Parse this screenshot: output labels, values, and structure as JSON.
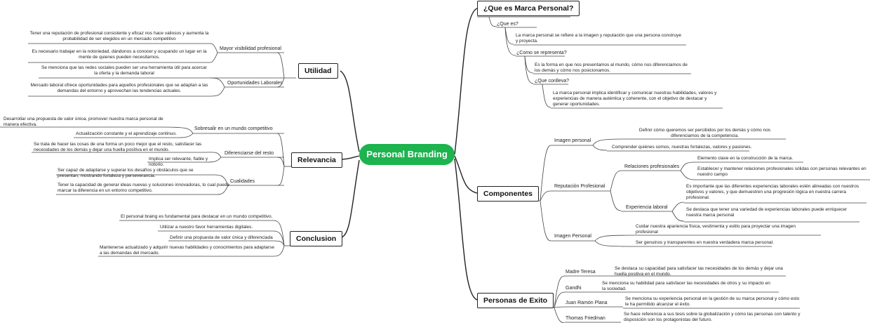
{
  "root": "Personal Branding",
  "que_es": {
    "title": "¿Que es Marca Personal?",
    "q1": "¿Que es?",
    "a1": "La marca personal se refiere a la imagen y reputación que una persona construye y proyecta.",
    "q2": "¿Como se representa?",
    "a2": "Es la forma en que nos presentamos al mundo, cómo nos diferenciamos de los demás y cómo nos posicionamos.",
    "q3": "¿Que conlleva?",
    "a3": "La marca personal implica identificar y comunicar nuestras habilidades, valores y experiencias de manera auténtica y coherente, con el objetivo de destacar y generar oportunidades."
  },
  "componentes": {
    "title": "Componentes",
    "imagen1": "Imagen personal",
    "imagen1_a": "Definir cómo queremos ser percibidos por los demás y cómo nos diferenciamos de la competencia.",
    "imagen1_b": "Comprender quiénes somos, nuestras fortalezas, valores y pasiones.",
    "reputacion": "Reputación Profesional",
    "relaciones": "Relaciones profesionales",
    "relaciones_a": "Elemento clave en la construcción de la marca.",
    "relaciones_b": "Establecer y mantener relaciones profesionales sólidas con personas relevantes en nuestro campo",
    "experiencia": "Experiencia laboral",
    "experiencia_a": "Es importante que las diferentes experiencias laborales estén alineadas con nuestros objetivos y valores, y que demuestren una progresión lógica en nuestra carrera profesional.",
    "experiencia_b": "Se destaca que tener una variedad de experiencias laborales puede enriquecer nuestra marca personal",
    "imagen2": "Imagen Personal",
    "imagen2_a": "Cuidar nuestra apariencia física, vestimenta y estilo para proyectar una imagen profesional",
    "imagen2_b": "Ser genuinos y transparentes en nuestra verdadera marca personal."
  },
  "personas": {
    "title": "Personas de Exito",
    "p1": "Madre Teresa",
    "p1_a": "Se destaca su capacidad para satisfacer las necesidades de los demás y dejar una huella positiva en el mundo.",
    "p2": "Gandhi",
    "p2_a": "Se menciona su habilidad para satisfacer las necesidades de otros y su impacto en la sociedad.",
    "p3": "Juan Ramón Plana",
    "p3_a": "Se menciona su experiencia personal en la gestión de su marca personal y cómo esto le ha permitido alcanzar el éxito.",
    "p4": "Thomas Friedman",
    "p4_a": "Se hace referencia a sus tesis sobre la globalización y cómo las personas con talento y disposición son los protagonistas del futuro."
  },
  "utilidad": {
    "title": "Utilidad",
    "vis": "Mayor visibilidad profesional",
    "vis_a": "Tener una reputación de profesional consistente y eficaz nos hace valiosos y aumenta la probabilidad de ser elegidos en un mercado competitivo",
    "vis_b": "Es necesario trabajar en la notoriedad, dándonos a conocer y ocupando un lugar en la mente de quienes pueden necesitarnos.",
    "op": "Oportunidades Laborales",
    "op_a": "Se menciona que las redes sociales pueden ser una herramienta útil para acercar la oferta y la demanda laboral",
    "op_b": "Mercado laboral ofrece oportunidades para aquellos profesionales que se adaptan a las demandas del entorno y aprovechan las tendencias actuales."
  },
  "relevancia": {
    "title": "Relevancia",
    "sob": "Sobresalir en un mundo competitivo",
    "sob_a": "Desarrollar una propuesta de valor única, promover nuestra marca personal de manera efectiva.",
    "sob_b": "Actualización constante y el aprendizaje continuo.",
    "dif": "Diferenciarse del resto",
    "dif_a": "Se trata de hacer las cosas de una forma un poco mejor que el resto, satisfacer las necesidades de los demás y dejar una huella positiva en el mundo.",
    "dif_b": "Implica ser relevante, fiable y notorio.",
    "cual": "Cualidades",
    "cual_a": "Ser capaz de adaptarse y superar los desafíos y obstáculos que se presentan, mostrando fortaleza y perseverancia.",
    "cual_b": "Tener la capacidad de generar ideas nuevas y soluciones innovadoras, lo cual puede marcar la diferencia en un entorno competitivo."
  },
  "conclusion": {
    "title": "Conclusion",
    "c1": "El personal braing es fundamental para destacar en un mundo competitivo.",
    "c2": "Utilizar a nuestro favor herramientas digitales.",
    "c3": "Definir una propuesta de valor única y diferenciada",
    "c4": "Mantenerse actualizado y adquirir nuevas habilidades y conocimientos para adaptarse a las demandas del mercado."
  },
  "colors": {
    "root": "#1db34f",
    "edge": "#222222"
  }
}
